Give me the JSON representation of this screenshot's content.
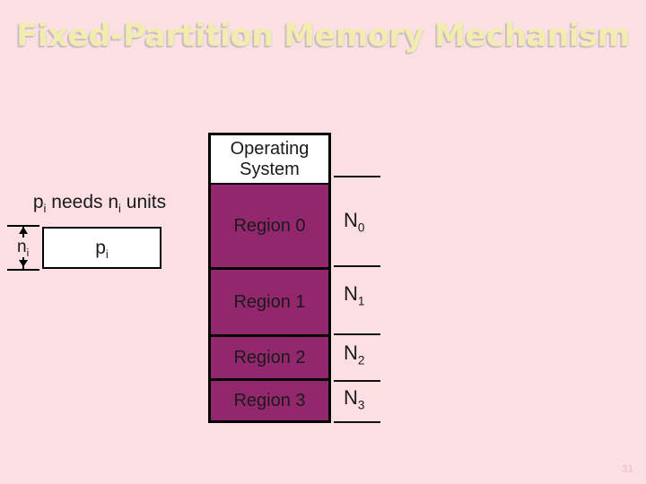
{
  "slide": {
    "title": "Fixed-Partition Memory Mechanism",
    "page_number": "31",
    "background_color": "#fcdfe2",
    "title_color": "#f2ecb0",
    "title_shadow_color": "#cdbcc4",
    "region_fill_color": "#93276d",
    "os_fill_color": "#ffffff",
    "outline_color": "#000000"
  },
  "process": {
    "caption_prefix": "p",
    "caption_sub1": "i",
    "caption_middle": " needs n",
    "caption_sub2": "i",
    "caption_suffix": " units",
    "caption_plain": "pi needs ni units",
    "box_label_main": "p",
    "box_label_sub": "i",
    "dimension_label_main": "n",
    "dimension_label_sub": "i"
  },
  "memory": {
    "blocks": [
      {
        "name": "operating-system",
        "label_line1": "Operating",
        "label_line2": "System",
        "fill": "#ffffff"
      },
      {
        "name": "region-0",
        "label": "Region 0",
        "fill": "#93276d"
      },
      {
        "name": "region-1",
        "label": "Region 1",
        "fill": "#93276d"
      },
      {
        "name": "region-2",
        "label": "Region 2",
        "fill": "#93276d"
      },
      {
        "name": "region-3",
        "label": "Region 3",
        "fill": "#93276d"
      }
    ]
  },
  "sizes": [
    {
      "main": "N",
      "sub": "0",
      "plain": "N0"
    },
    {
      "main": "N",
      "sub": "1",
      "plain": "N1"
    },
    {
      "main": "N",
      "sub": "2",
      "plain": "N2"
    },
    {
      "main": "N",
      "sub": "3",
      "plain": "N3"
    }
  ]
}
